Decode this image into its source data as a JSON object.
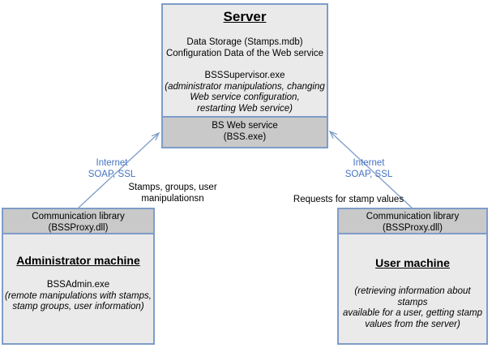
{
  "server": {
    "title": "Server",
    "data_line1": "Data Storage (Stamps.mdb)",
    "data_line2": "Configuration Data of the Web service",
    "app_name": "BSSSupervisor.exe",
    "app_note1": "(administrator manipulations, changing",
    "app_note2": "Web service configuration,",
    "app_note3": "restarting Web service)",
    "band_line1": "BS Web service",
    "band_line2": "(BSS.exe)"
  },
  "admin": {
    "header_line1": "Communication library",
    "header_line2": "(BSSProxy.dll)",
    "title": "Administrator machine",
    "app_name": "BSSAdmin.exe",
    "note_line1": "(remote manipulations with stamps,",
    "note_line2": "stamp groups, user information)"
  },
  "user": {
    "header_line1": "Communication library",
    "header_line2": "(BSSProxy.dll)",
    "title": "User machine",
    "note_line1": "(retrieving information about stamps",
    "note_line2": "available for a user, getting stamp",
    "note_line3": "values from the server)"
  },
  "links": {
    "left_internet_line1": "Internet",
    "left_internet_line2": "SOAP, SSL",
    "left_flow_line1": "Stamps, groups, user",
    "left_flow_line2": "manipulationsn",
    "right_internet_line1": "Internet",
    "right_internet_line2": "SOAP, SSL",
    "right_flow": "Requests for stamp values"
  },
  "colors": {
    "box_border_blue": "#7e9cc9",
    "band_gray": "#c9c9c9",
    "body_gray": "#eaeaea",
    "connector_blue": "#7e9cc9",
    "internet_label_blue": "#4472c4",
    "text_black": "#000000",
    "background_white": "#ffffff"
  }
}
